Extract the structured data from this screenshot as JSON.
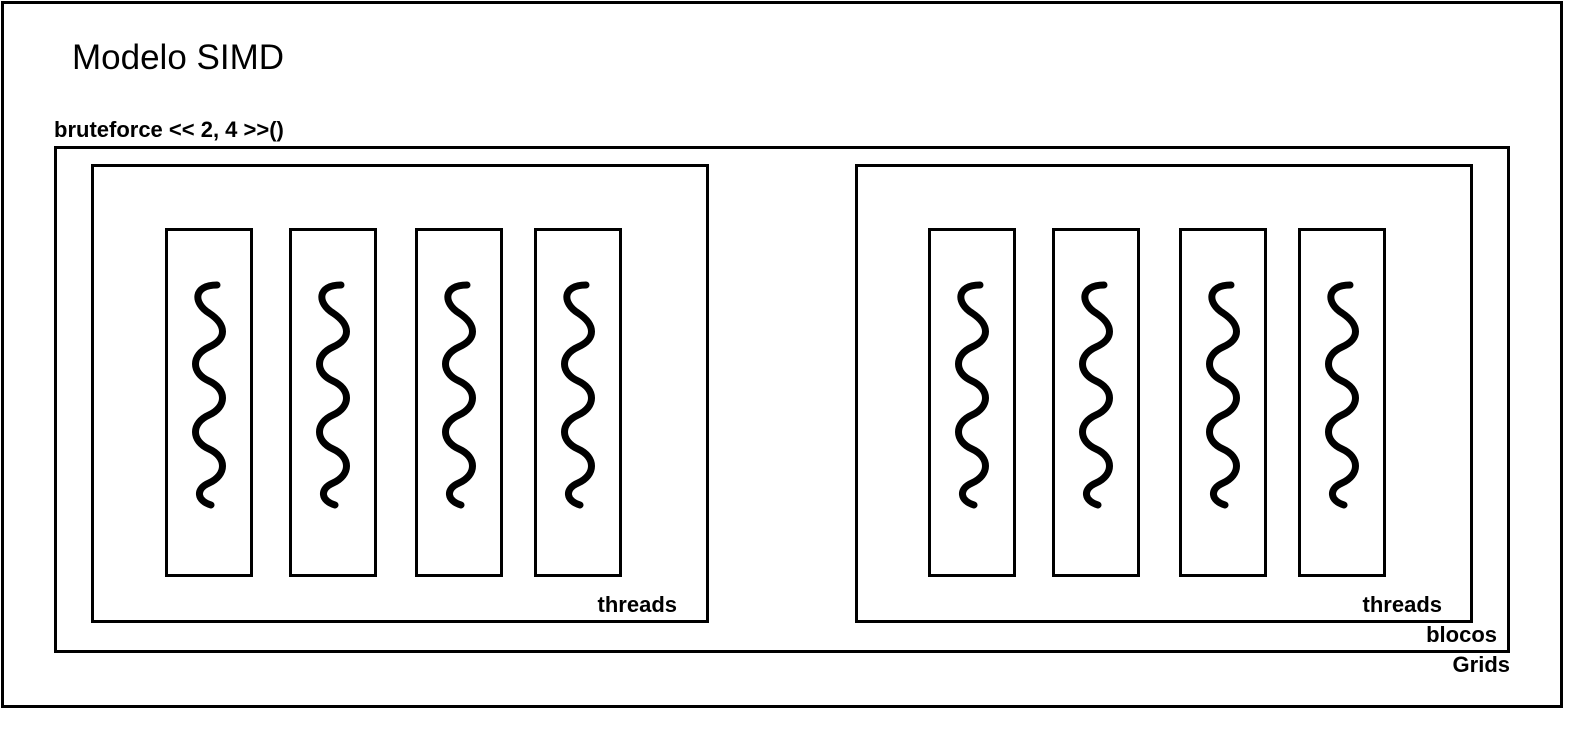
{
  "title": "Modelo SIMD",
  "call": "bruteforce << 2, 4 >>()",
  "labels": {
    "threads": "threads",
    "blocks": "blocos",
    "grids": "Grids"
  },
  "icons": {
    "thread": "wavy-thread-icon"
  }
}
